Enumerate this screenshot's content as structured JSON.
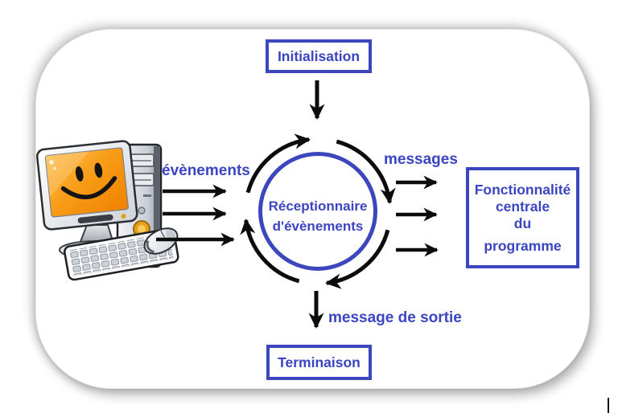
{
  "nodes": {
    "initialisation": {
      "label": "Initialisation"
    },
    "receiver": {
      "lines": [
        "Réceptionnaire",
        "d'évènements"
      ]
    },
    "core": {
      "lines": [
        "Fonctionnalité",
        "centrale",
        "du",
        "programme"
      ]
    },
    "terminaison": {
      "label": "Terminaison"
    }
  },
  "labels": {
    "events": "évènements",
    "messages": "messages",
    "exit": "message de sortie"
  },
  "icons": {
    "computer_illustration": "desktop-computer-with-smiley-screen"
  },
  "colors": {
    "accent_blue": "#3c46bd",
    "arrow_black": "#0c0c0c",
    "screen_orange": "#f28a00",
    "card_background": "#ffffff"
  }
}
